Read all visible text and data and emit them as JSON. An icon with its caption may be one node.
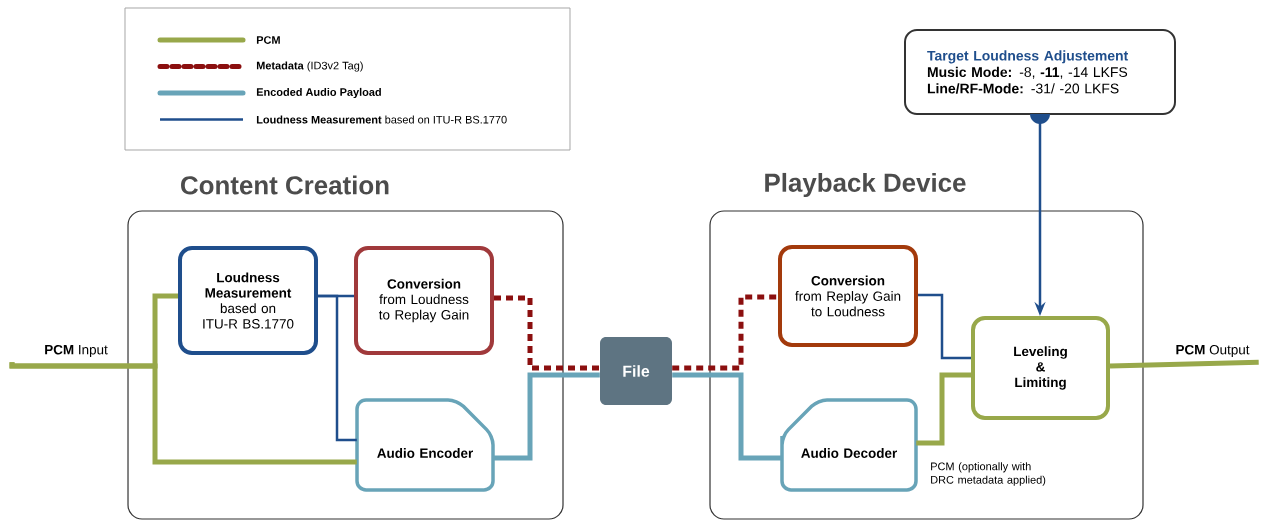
{
  "diagram": {
    "nodes": [
      {
        "text": [
          "Content Creation"
        ]
      },
      {
        "text": [
          "Loudness Measurement",
          "based on ITU-R BS.1770"
        ],
        "in": 0
      },
      {
        "text": [
          "Conversion",
          "from Loudness to Replay Gain"
        ],
        "in": 0
      },
      {
        "text": [
          "Audio Encoder"
        ],
        "in": 0
      },
      {
        "text": [
          "File"
        ]
      },
      {
        "text": [
          "Playback Device"
        ]
      },
      {
        "text": [
          "Conversion",
          "from Replay Gain to Loudness"
        ],
        "in": 5
      },
      {
        "text": [
          "Audio Decoder"
        ],
        "in": 5
      },
      {
        "text": [
          "Leveling & Limiting"
        ],
        "in": 5
      },
      {
        "text": [
          "Target Loudness Adjustement",
          "**Music Mode:** -8, **-11**, -14 LKFS",
          "**Line/RF-Mode:** -31/ -20 LKFS"
        ]
      },
      {
        "text": [
          "**PCM** Input"
        ]
      },
      {
        "text": [
          "**PCM** Output"
        ]
      }
    ],
    "edges": [
      {
        "from": 10,
        "to": 1,
        "arrow": "none",
        "color": "#98a84a"
      },
      {
        "from": 10,
        "to": 3,
        "arrow": "none",
        "color": "#98a84a"
      },
      {
        "from": 1,
        "to": 2,
        "arrow": "none",
        "color": "#1f4e8c"
      },
      {
        "from": 1,
        "to": 3,
        "arrow": "none",
        "color": "#1f4e8c"
      },
      {
        "from": 2,
        "to": 4,
        "arrow": "none",
        "style": "dashed",
        "color": "#8b0f0f"
      },
      {
        "from": 3,
        "to": 4,
        "arrow": "none",
        "color": "#68a4b8"
      },
      {
        "from": 4,
        "to": 6,
        "arrow": "none",
        "style": "dashed",
        "color": "#8b0f0f"
      },
      {
        "from": 4,
        "to": 7,
        "arrow": "none",
        "color": "#68a4b8"
      },
      {
        "from": 6,
        "to": 8,
        "arrow": "none",
        "color": "#1f4e8c"
      },
      {
        "from": 7,
        "to": 8,
        "arrow": "none",
        "color": "#98a84a"
      },
      {
        "from": 8,
        "to": 11,
        "arrow": "none",
        "color": "#98a84a"
      },
      {
        "from": 9,
        "to": 8,
        "arrow": "to",
        "color": "#1f4e8c"
      }
    ],
    "labels": [
      "PCM (optionally with DRC metadata applied)"
    ],
    "legend": [
      {
        "text": "PCM"
      },
      {
        "text": "**Metadata** (ID3v2 Tag)"
      },
      {
        "text": "Encoded Audio Payload"
      },
      {
        "text": "**Loudness Measurement** based on ITU-R BS.1770"
      }
    ]
  }
}
